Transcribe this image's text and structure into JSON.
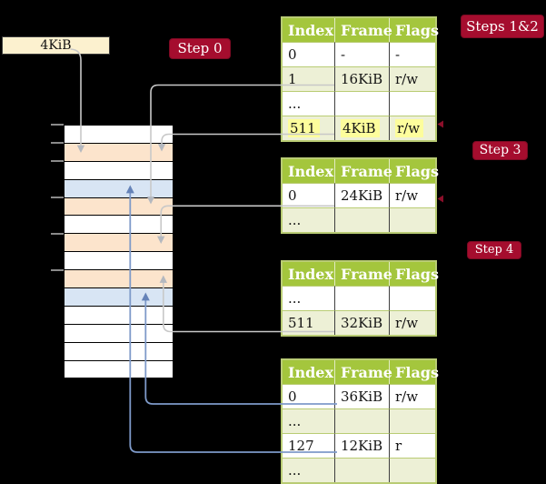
{
  "frame_label_box": {
    "text": "4KiB"
  },
  "badges": {
    "step0": {
      "label": "Step 0"
    },
    "steps12": {
      "label": "Steps 1&2"
    },
    "step3": {
      "label": "Step 3"
    },
    "step4": {
      "label": "Step 4"
    }
  },
  "memory_strip": {
    "description": "physical memory frames, 4KiB each, top = 0KiB",
    "rows": [
      {
        "color": "white"
      },
      {
        "color": "orange"
      },
      {
        "color": "white"
      },
      {
        "color": "blue"
      },
      {
        "color": "orange"
      },
      {
        "color": "white"
      },
      {
        "color": "orange"
      },
      {
        "color": "white"
      },
      {
        "color": "orange"
      },
      {
        "color": "blue"
      },
      {
        "color": "white"
      },
      {
        "color": "white"
      },
      {
        "color": "white"
      },
      {
        "color": "white"
      }
    ],
    "tick_count": 6
  },
  "tables": [
    {
      "columns": [
        "Index",
        "Frame",
        "Flags"
      ],
      "rows": [
        {
          "index": "0",
          "frame": "-",
          "flags": "-",
          "shaded": false,
          "highlighted": false
        },
        {
          "index": "1",
          "frame": "16KiB",
          "flags": "r/w",
          "shaded": true,
          "highlighted": false
        },
        {
          "index": "...",
          "frame": "",
          "flags": "",
          "shaded": false,
          "highlighted": false
        },
        {
          "index": "511",
          "frame": "4KiB",
          "flags": "r/w",
          "shaded": true,
          "highlighted": true
        }
      ]
    },
    {
      "columns": [
        "Index",
        "Frame",
        "Flags"
      ],
      "rows": [
        {
          "index": "0",
          "frame": "24KiB",
          "flags": "r/w",
          "shaded": false,
          "highlighted": false
        },
        {
          "index": "...",
          "frame": "",
          "flags": "",
          "shaded": true,
          "highlighted": false
        }
      ]
    },
    {
      "columns": [
        "Index",
        "Frame",
        "Flags"
      ],
      "rows": [
        {
          "index": "...",
          "frame": "",
          "flags": "",
          "shaded": false,
          "highlighted": false
        },
        {
          "index": "511",
          "frame": "32KiB",
          "flags": "r/w",
          "shaded": true,
          "highlighted": false
        }
      ]
    },
    {
      "columns": [
        "Index",
        "Frame",
        "Flags"
      ],
      "rows": [
        {
          "index": "0",
          "frame": "36KiB",
          "flags": "r/w",
          "shaded": false,
          "highlighted": false
        },
        {
          "index": "...",
          "frame": "",
          "flags": "",
          "shaded": true,
          "highlighted": false
        },
        {
          "index": "127",
          "frame": "12KiB",
          "flags": "r",
          "shaded": false,
          "highlighted": false
        },
        {
          "index": "...",
          "frame": "",
          "flags": "",
          "shaded": true,
          "highlighted": false
        }
      ]
    }
  ],
  "colors": {
    "background": "#000000",
    "badge_red": "#a50d2e",
    "table_header_green": "#a4c63d",
    "table_shade_green": "#edf0d6",
    "table_border_green": "#b9cc74",
    "highlight_yellow": "#fdfd9c",
    "strip_orange": "#fce4cc",
    "strip_blue": "#d8e5f4",
    "gray_arrow": "#c8c8c8",
    "blue_arrow": "#7e9ac9",
    "frame_box_cream": "#fcf1cf"
  }
}
